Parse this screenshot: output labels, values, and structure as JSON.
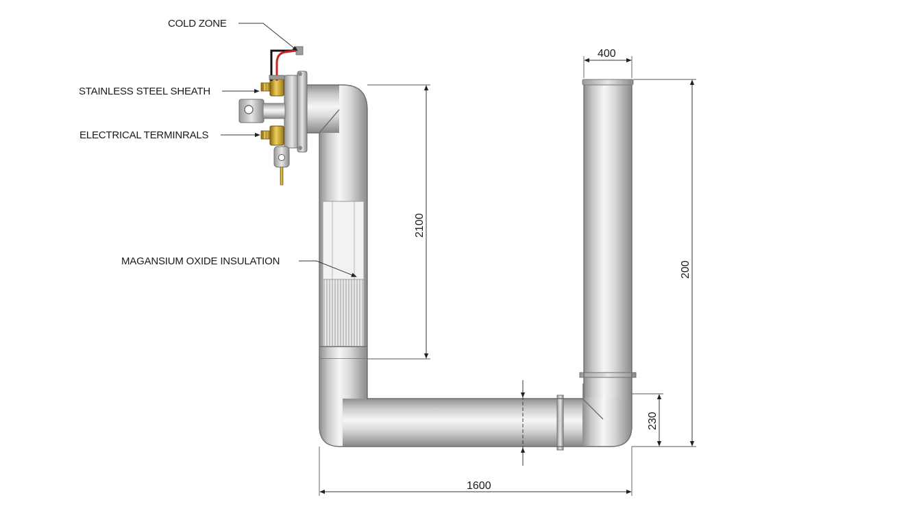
{
  "labels": {
    "cold_zone": "COLD ZONE",
    "sheath": "STAINLESS STEEL SHEATH",
    "terminals": "ELECTRICAL TERMINRALS",
    "insulation": "MAGANSIUM OXIDE INSULATION"
  },
  "dimensions": {
    "top_width": "400",
    "left_height": "2100",
    "right_height": "200",
    "bend_height": "230",
    "overall_width": "1600"
  },
  "colors": {
    "pipe_light": "#f4f4f4",
    "pipe_mid": "#c9c9c9",
    "pipe_dark": "#8c8c8c",
    "brass": "#c9a227",
    "wire_red": "#d21f1f",
    "wire_black": "#111111",
    "line": "#333333"
  }
}
